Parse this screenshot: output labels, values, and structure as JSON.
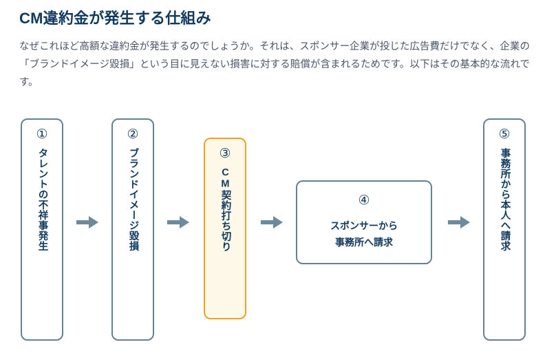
{
  "heading": {
    "title": "CM違約金が発生する仕組み"
  },
  "intro": {
    "paragraph": "なぜこれほど高額な違約金が発生するのでしょうか。それは、スポンサー企業が投じた広告費だけでなく、企業の「ブランドイメージ毀損」という目に見えない損害に対する賠償が含まれるためです。以下はその基本的な流れです。"
  },
  "flow": {
    "arrow_icon": "right-arrow-icon",
    "steps": [
      {
        "number": "①",
        "label": "タレントの不祥事発生",
        "orientation": "vertical",
        "highlighted": false
      },
      {
        "number": "②",
        "label": "ブランドイメージ毀損",
        "orientation": "vertical",
        "highlighted": false
      },
      {
        "number": "③",
        "label": "CM契約打ち切り",
        "orientation": "vertical",
        "highlighted": true
      },
      {
        "number": "④",
        "label": "スポンサーから\n事務所へ請求",
        "orientation": "horizontal",
        "highlighted": false
      },
      {
        "number": "⑤",
        "label": "事務所から本人へ請求",
        "orientation": "vertical",
        "highlighted": false
      }
    ]
  },
  "colors": {
    "title": "#10395e",
    "body_text": "#4a5568",
    "box_border": "#67808f",
    "highlight_border": "#f0a020",
    "highlight_fill": "#fdf8e8",
    "arrow": "#6d8a9c",
    "background": "#ffffff"
  }
}
